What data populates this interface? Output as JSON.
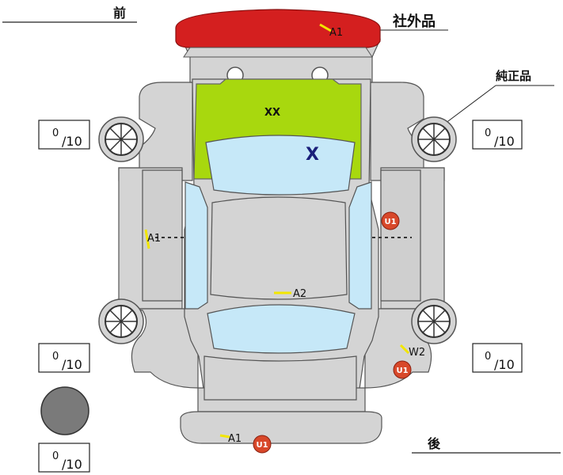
{
  "header": {
    "front_label": "前",
    "rear_label": "後",
    "aftermarket_label": "社外品",
    "genuine_label": "純正品"
  },
  "tread_depth": {
    "front_left": {
      "value": "0",
      "unit": "/10"
    },
    "front_right": {
      "value": "0",
      "unit": "/10"
    },
    "rear_left": {
      "value": "0",
      "unit": "/10"
    },
    "rear_right": {
      "value": "0",
      "unit": "/10"
    },
    "spare": {
      "value": "0",
      "unit": "/10"
    }
  },
  "marks": {
    "front_bumper": "A1",
    "hood": "XX",
    "windshield": "X",
    "left_side": "A1",
    "right_door": "U1",
    "roof": "A2",
    "rear_right_fender": "W2",
    "rear_right_fender_2": "U1",
    "rear_bumper": "A1",
    "rear_bumper_2": "U1"
  },
  "colors": {
    "body": "#d4d4d4",
    "glass": "#c6e8f8",
    "hood_highlight": "#a8d80e",
    "bumper_highlight": "#d41f1f",
    "mark_line": "#f2e600",
    "badge": "#d8482a",
    "spare_tire": "#7a7a7a"
  }
}
